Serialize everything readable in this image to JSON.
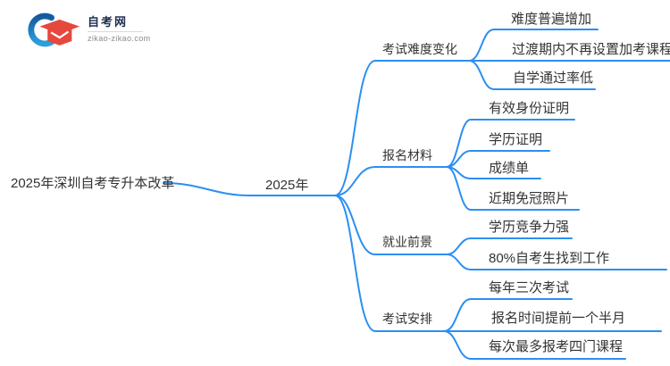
{
  "logo": {
    "title": "自考网",
    "domain": "zikao-zikao.com"
  },
  "mindmap": {
    "root": "2025年深圳自考专升本改革",
    "level1": "2025年",
    "branches": [
      {
        "label": "考试难度变化",
        "children": [
          "难度普遍增加",
          "过渡期内不再设置加考课程",
          "自学通过率低"
        ]
      },
      {
        "label": "报名材料",
        "children": [
          "有效身份证明",
          "学历证明",
          "成绩单",
          "近期免冠照片"
        ]
      },
      {
        "label": "就业前景",
        "children": [
          "学历竞争力强",
          "80%自考生找到工作"
        ]
      },
      {
        "label": "考试安排",
        "children": [
          "每年三次考试",
          "报名时间提前一个半月",
          "每次最多报考四门课程"
        ]
      }
    ]
  },
  "colors": {
    "link_blue": "#2b8ff2",
    "text": "#333333",
    "logo_red": "#e5483d",
    "logo_blue_dark": "#15599f",
    "logo_blue_light": "#2ea0dd",
    "logo_title_navy": "#1c2d4f"
  }
}
